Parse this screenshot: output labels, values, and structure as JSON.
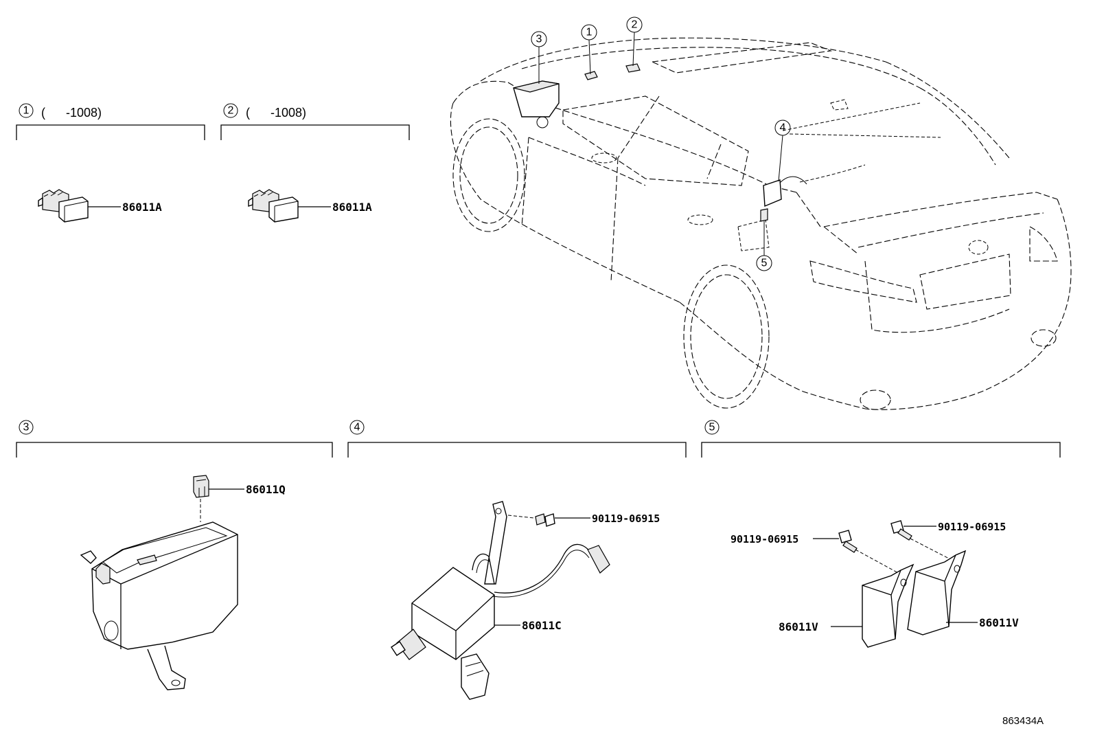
{
  "figure_id": "863434A",
  "callouts": {
    "c1": "1",
    "c2": "2",
    "c3": "3",
    "c4": "4",
    "c5": "5"
  },
  "sections": {
    "s1": {
      "qualifier": "(      -1008)",
      "parts": [
        "86011A"
      ]
    },
    "s2": {
      "qualifier": "(      -1008)",
      "parts": [
        "86011A"
      ]
    },
    "s3": {
      "parts": [
        "86011Q"
      ]
    },
    "s4": {
      "parts": [
        "90119-06915",
        "86011C"
      ]
    },
    "s5": {
      "parts": [
        "90119-06915",
        "90119-06915",
        "86011V",
        "86011V"
      ]
    }
  }
}
